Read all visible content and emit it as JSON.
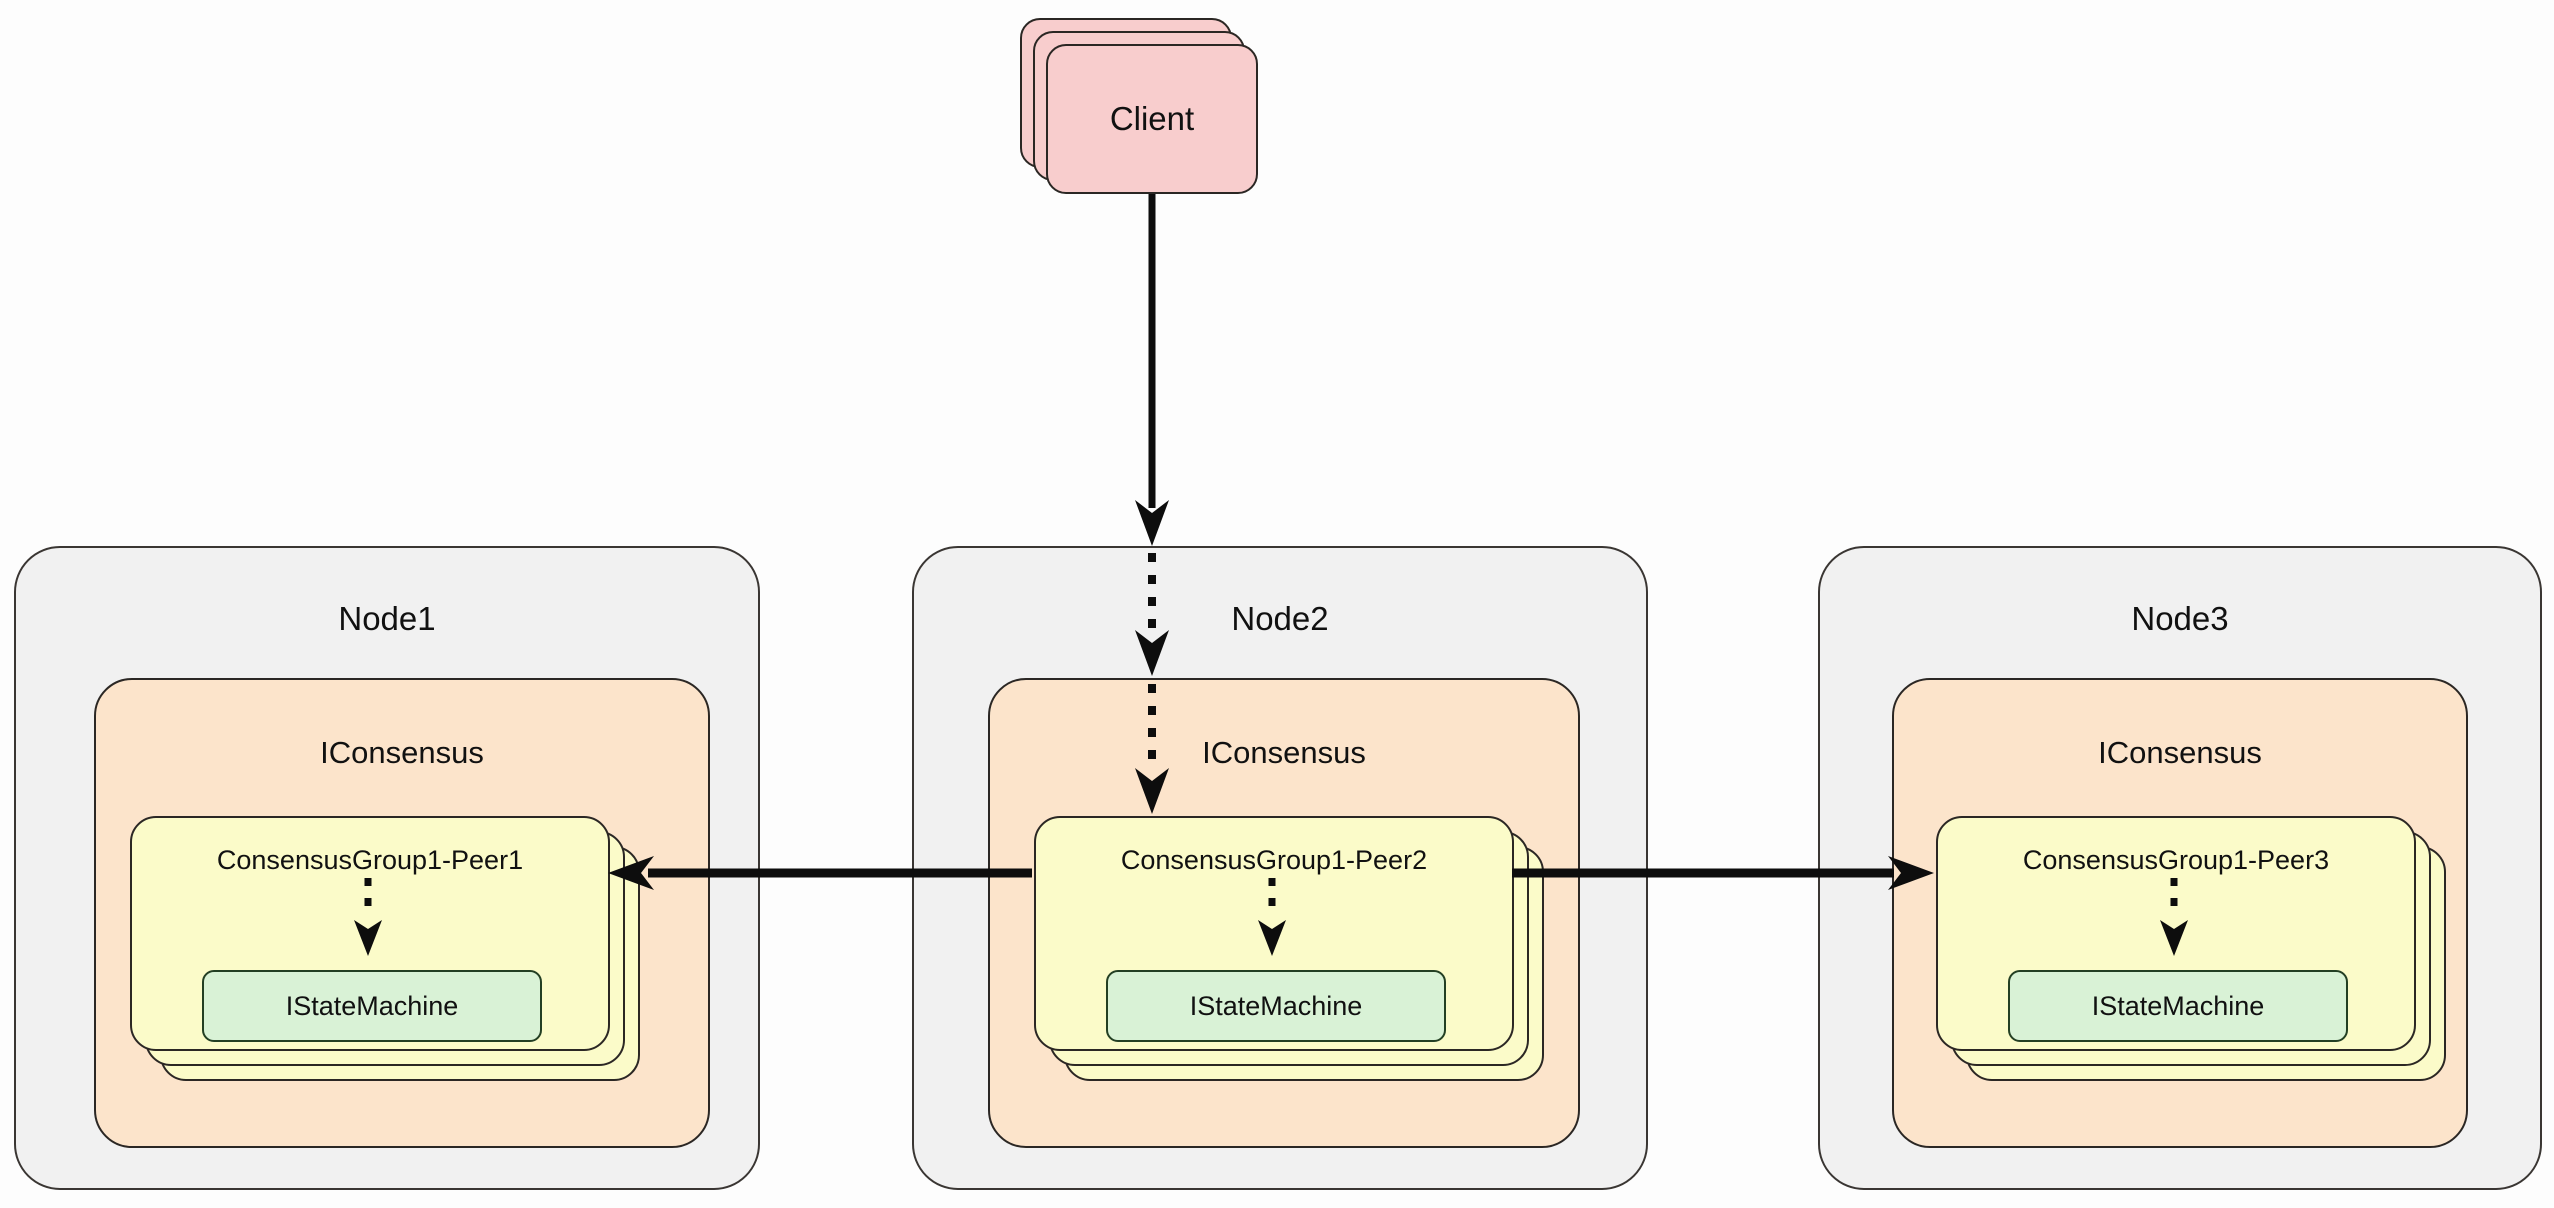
{
  "client": {
    "label": "Client"
  },
  "nodes": [
    {
      "label": "Node1",
      "consensus": "IConsensus",
      "peer": "ConsensusGroup1-Peer1",
      "state_machine": "IStateMachine"
    },
    {
      "label": "Node2",
      "consensus": "IConsensus",
      "peer": "ConsensusGroup1-Peer2",
      "state_machine": "IStateMachine"
    },
    {
      "label": "Node3",
      "consensus": "IConsensus",
      "peer": "ConsensusGroup1-Peer3",
      "state_machine": "IStateMachine"
    }
  ],
  "colors": {
    "background": "#fdfdfd",
    "client_fill": "#f8cdcd",
    "node_fill": "#f1f1f1",
    "consensus_fill": "#fce4cb",
    "peer_fill": "#fbfbc9",
    "state_machine_fill": "#d9f2d6",
    "border": "#2b2724",
    "arrow": "#0d0d0d"
  }
}
